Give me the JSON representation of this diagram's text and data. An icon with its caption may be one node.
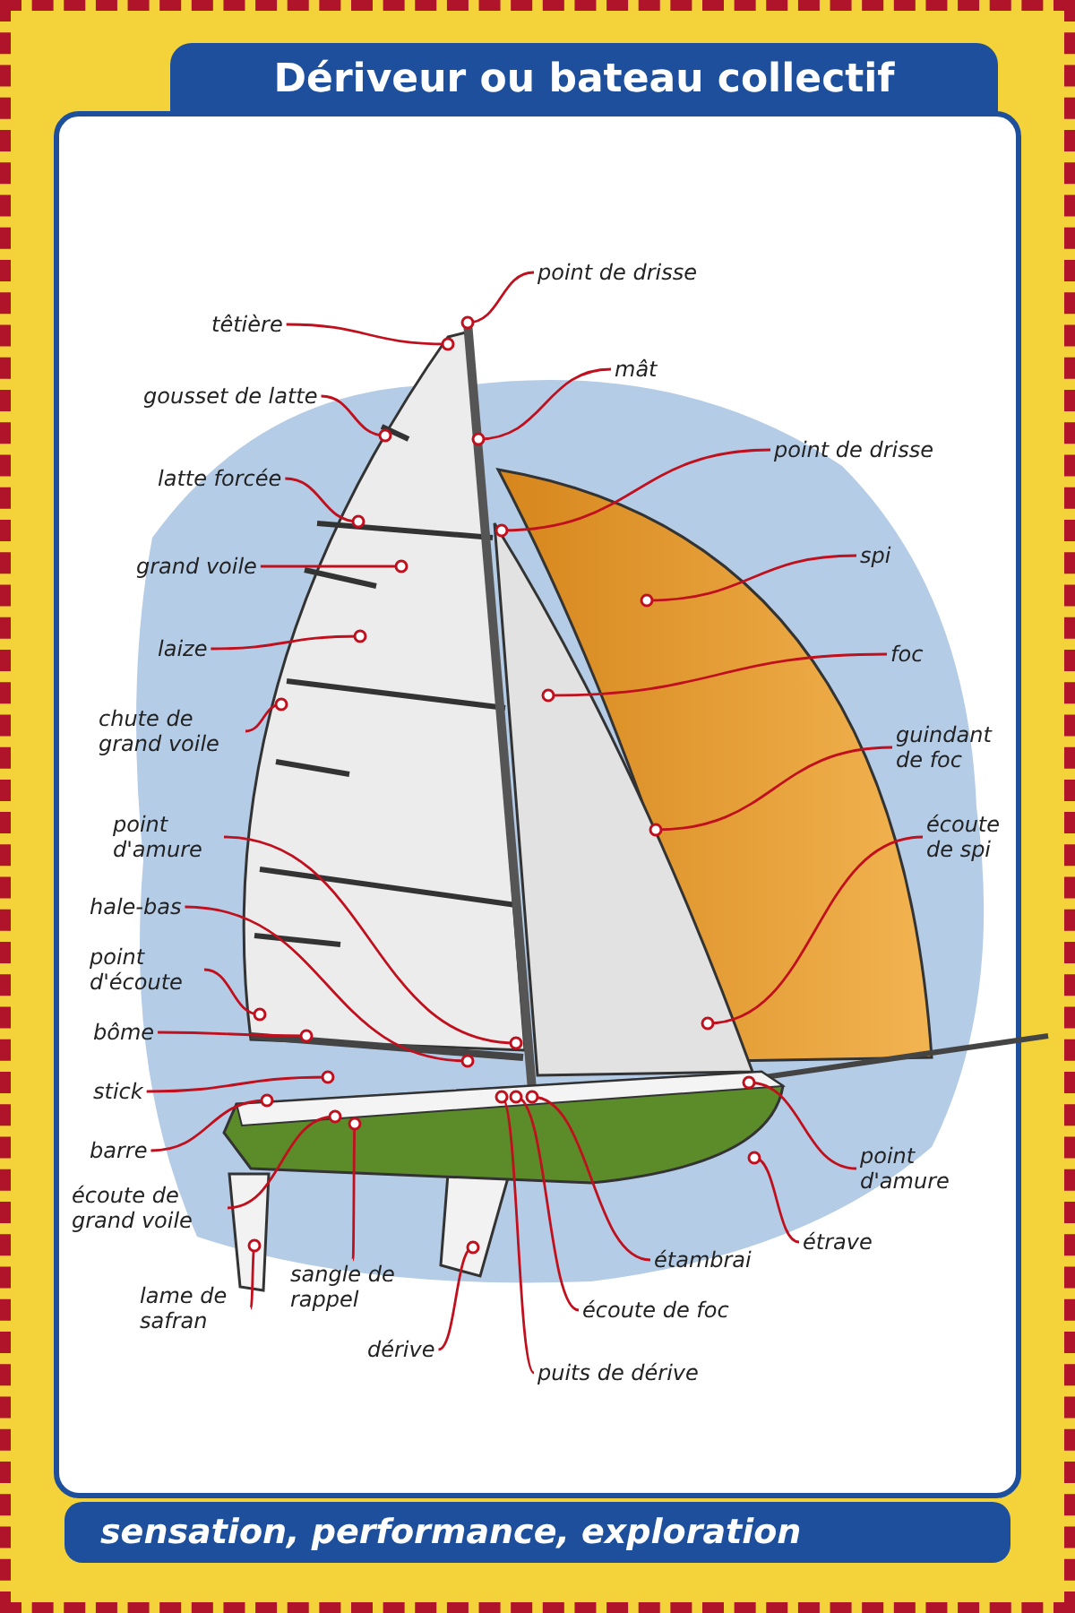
{
  "diagram": {
    "title": "Dériveur ou bateau collectif",
    "caption": "sensation, performance, exploration",
    "nodes": [
      {
        "text": [
          "têtière"
        ]
      },
      {
        "text": [
          "gousset de latte"
        ]
      },
      {
        "text": [
          "latte forcée"
        ]
      },
      {
        "text": [
          "grand voile"
        ]
      },
      {
        "text": [
          "laize"
        ]
      },
      {
        "text": [
          "chute de grand voile"
        ]
      },
      {
        "text": [
          "point d'amure"
        ]
      },
      {
        "text": [
          "hale-bas"
        ]
      },
      {
        "text": [
          "point d'écoute"
        ]
      },
      {
        "text": [
          "bôme"
        ]
      },
      {
        "text": [
          "stick"
        ]
      },
      {
        "text": [
          "barre"
        ]
      },
      {
        "text": [
          "écoute de grand voile"
        ]
      },
      {
        "text": [
          "lame de safran"
        ]
      },
      {
        "text": [
          "sangle de rappel"
        ]
      },
      {
        "text": [
          "dérive"
        ]
      },
      {
        "text": [
          "puits de dérive"
        ]
      },
      {
        "text": [
          "écoute de foc"
        ]
      },
      {
        "text": [
          "étambrai"
        ]
      },
      {
        "text": [
          "étrave"
        ]
      },
      {
        "text": [
          "point d'amure"
        ]
      },
      {
        "text": [
          "point de drisse"
        ]
      },
      {
        "text": [
          "mât"
        ]
      },
      {
        "text": [
          "point de drisse"
        ]
      },
      {
        "text": [
          "spi"
        ]
      },
      {
        "text": [
          "foc"
        ]
      },
      {
        "text": [
          "guindant de foc"
        ]
      },
      {
        "text": [
          "écoute de spi"
        ]
      }
    ],
    "edges": [
      {
        "from": 0,
        "to": null,
        "arrow": "other"
      },
      {
        "from": 1,
        "to": null,
        "arrow": "other"
      },
      {
        "from": 2,
        "to": null,
        "arrow": "other"
      },
      {
        "from": 3,
        "to": null,
        "arrow": "other"
      },
      {
        "from": 4,
        "to": null,
        "arrow": "other"
      },
      {
        "from": 5,
        "to": null,
        "arrow": "other"
      },
      {
        "from": 6,
        "to": null,
        "arrow": "other"
      },
      {
        "from": 7,
        "to": null,
        "arrow": "other"
      },
      {
        "from": 8,
        "to": null,
        "arrow": "other"
      },
      {
        "from": 9,
        "to": null,
        "arrow": "other"
      },
      {
        "from": 10,
        "to": null,
        "arrow": "other"
      },
      {
        "from": 11,
        "to": null,
        "arrow": "other"
      },
      {
        "from": 12,
        "to": null,
        "arrow": "other"
      },
      {
        "from": 13,
        "to": null,
        "arrow": "other"
      },
      {
        "from": 14,
        "to": null,
        "arrow": "other"
      },
      {
        "from": 15,
        "to": null,
        "arrow": "other"
      },
      {
        "from": 16,
        "to": null,
        "arrow": "other"
      },
      {
        "from": 17,
        "to": null,
        "arrow": "other"
      },
      {
        "from": 18,
        "to": null,
        "arrow": "other"
      },
      {
        "from": 19,
        "to": null,
        "arrow": "other"
      },
      {
        "from": 20,
        "to": null,
        "arrow": "other"
      },
      {
        "from": 21,
        "to": null,
        "arrow": "other"
      },
      {
        "from": 22,
        "to": null,
        "arrow": "other"
      },
      {
        "from": 23,
        "to": null,
        "arrow": "other"
      },
      {
        "from": 24,
        "to": null,
        "arrow": "other"
      },
      {
        "from": 25,
        "to": null,
        "arrow": "other"
      },
      {
        "from": 26,
        "to": null,
        "arrow": "other"
      },
      {
        "from": 27,
        "to": null,
        "arrow": "other"
      }
    ]
  }
}
